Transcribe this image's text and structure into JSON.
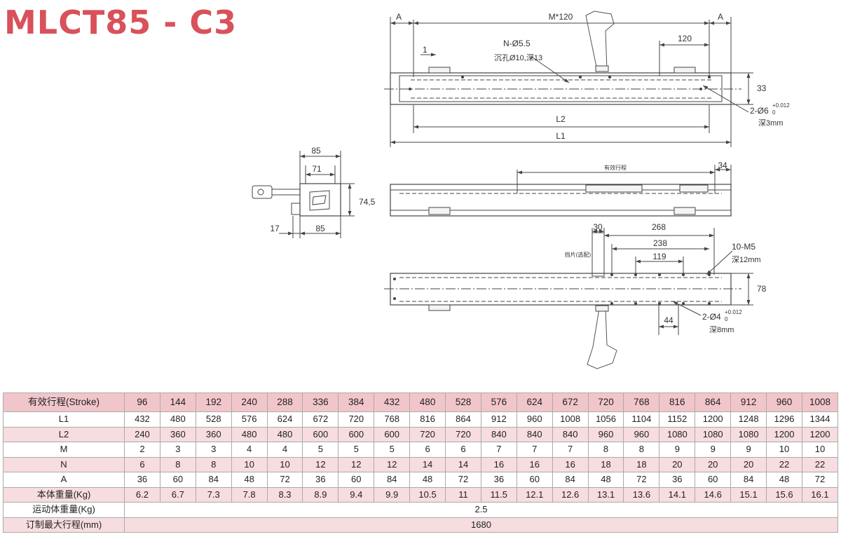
{
  "title": "MLCT85 - C3",
  "drawing": {
    "top_view": {
      "dim_A_left": "A",
      "dim_M": "M*120",
      "dim_A_right": "A",
      "dim_120": "120",
      "hole_callout_1": "N-Ø5.5",
      "hole_callout_2": "沉孔Ø10,深13",
      "dim_1": "1",
      "dim_33": "33",
      "pin_callout_1": "2-Ø6",
      "pin_tol_plus": "+0.012",
      "pin_tol_zero": "0",
      "pin_callout_2": "深3mm",
      "dim_L2": "L2",
      "dim_L1": "L1"
    },
    "end_view": {
      "dim_85_top": "85",
      "dim_71": "71",
      "dim_74_5": "74,5",
      "dim_17": "17",
      "dim_85_bottom": "85"
    },
    "side_view": {
      "stroke_note": "有效行程",
      "dim_34": "34"
    },
    "carriage_view": {
      "dim_30": "30",
      "dim_268": "268",
      "dim_238": "238",
      "dim_119": "119",
      "thread_callout_1": "10-M5",
      "thread_callout_2": "深12mm",
      "option_note": "挡片(选配)",
      "dim_78": "78",
      "dim_44": "44",
      "pin_callout_1": "2-Ø4",
      "pin_tol_plus": "+0.012",
      "pin_tol_zero": "0",
      "pin_callout_2": "深8mm"
    }
  },
  "table": {
    "header_label": "有效行程(Stroke)",
    "strokes": [
      "96",
      "144",
      "192",
      "240",
      "288",
      "336",
      "384",
      "432",
      "480",
      "528",
      "576",
      "624",
      "672",
      "720",
      "768",
      "816",
      "864",
      "912",
      "960",
      "1008"
    ],
    "rows": [
      {
        "label": "L1",
        "values": [
          "432",
          "480",
          "528",
          "576",
          "624",
          "672",
          "720",
          "768",
          "816",
          "864",
          "912",
          "960",
          "1008",
          "1056",
          "1104",
          "1152",
          "1200",
          "1248",
          "1296",
          "1344"
        ]
      },
      {
        "label": "L2",
        "values": [
          "240",
          "360",
          "360",
          "480",
          "480",
          "600",
          "600",
          "600",
          "720",
          "720",
          "840",
          "840",
          "840",
          "960",
          "960",
          "1080",
          "1080",
          "1080",
          "1200",
          "1200"
        ]
      },
      {
        "label": "M",
        "values": [
          "2",
          "3",
          "3",
          "4",
          "4",
          "5",
          "5",
          "5",
          "6",
          "6",
          "7",
          "7",
          "7",
          "8",
          "8",
          "9",
          "9",
          "9",
          "10",
          "10"
        ]
      },
      {
        "label": "N",
        "values": [
          "6",
          "8",
          "8",
          "10",
          "10",
          "12",
          "12",
          "12",
          "14",
          "14",
          "16",
          "16",
          "16",
          "18",
          "18",
          "20",
          "20",
          "20",
          "22",
          "22"
        ]
      },
      {
        "label": "A",
        "values": [
          "36",
          "60",
          "84",
          "48",
          "72",
          "36",
          "60",
          "84",
          "48",
          "72",
          "36",
          "60",
          "84",
          "48",
          "72",
          "36",
          "60",
          "84",
          "48",
          "72"
        ]
      },
      {
        "label": "本体重量(Kg)",
        "values": [
          "6.2",
          "6.7",
          "7.3",
          "7.8",
          "8.3",
          "8.9",
          "9.4",
          "9.9",
          "10.5",
          "11",
          "11.5",
          "12.1",
          "12.6",
          "13.1",
          "13.6",
          "14.1",
          "14.6",
          "15.1",
          "15.6",
          "16.1"
        ]
      }
    ],
    "moving_weight": {
      "label": "运动体重量(Kg)",
      "value": "2.5"
    },
    "max_stroke": {
      "label": "订制最大行程(mm)",
      "value": "1680"
    }
  }
}
